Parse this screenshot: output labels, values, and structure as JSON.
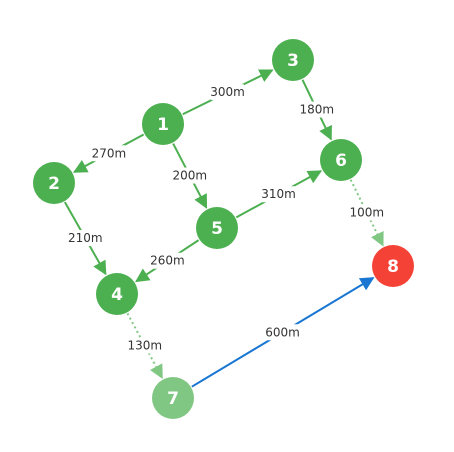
{
  "colors": {
    "node_green": "#4caf50",
    "node_light_green": "#81c784",
    "node_red": "#f44336",
    "edge_green": "#4caf50",
    "edge_light_green": "#81c784",
    "edge_blue": "#1976d2",
    "label_bg": "#ffffff"
  },
  "nodes": [
    {
      "id": "1",
      "label": "1",
      "kind": "normal"
    },
    {
      "id": "2",
      "label": "2",
      "kind": "normal"
    },
    {
      "id": "3",
      "label": "3",
      "kind": "normal"
    },
    {
      "id": "4",
      "label": "4",
      "kind": "normal"
    },
    {
      "id": "5",
      "label": "5",
      "kind": "normal"
    },
    {
      "id": "6",
      "label": "6",
      "kind": "normal"
    },
    {
      "id": "7",
      "label": "7",
      "kind": "start"
    },
    {
      "id": "8",
      "label": "8",
      "kind": "target"
    }
  ],
  "edges": [
    {
      "from": "1",
      "to": "3",
      "label": "300m",
      "style": "solid",
      "color": "green"
    },
    {
      "from": "1",
      "to": "2",
      "label": "270m",
      "style": "solid",
      "color": "green"
    },
    {
      "from": "1",
      "to": "5",
      "label": "200m",
      "style": "solid",
      "color": "green"
    },
    {
      "from": "3",
      "to": "6",
      "label": "180m",
      "style": "solid",
      "color": "green"
    },
    {
      "from": "5",
      "to": "6",
      "label": "310m",
      "style": "solid",
      "color": "green"
    },
    {
      "from": "2",
      "to": "4",
      "label": "210m",
      "style": "solid",
      "color": "green"
    },
    {
      "from": "5",
      "to": "4",
      "label": "260m",
      "style": "solid",
      "color": "green"
    },
    {
      "from": "6",
      "to": "8",
      "label": "100m",
      "style": "dotted",
      "color": "light_green"
    },
    {
      "from": "4",
      "to": "7",
      "label": "130m",
      "style": "dotted",
      "color": "light_green"
    },
    {
      "from": "7",
      "to": "8",
      "label": "600m",
      "style": "solid",
      "color": "blue"
    }
  ]
}
